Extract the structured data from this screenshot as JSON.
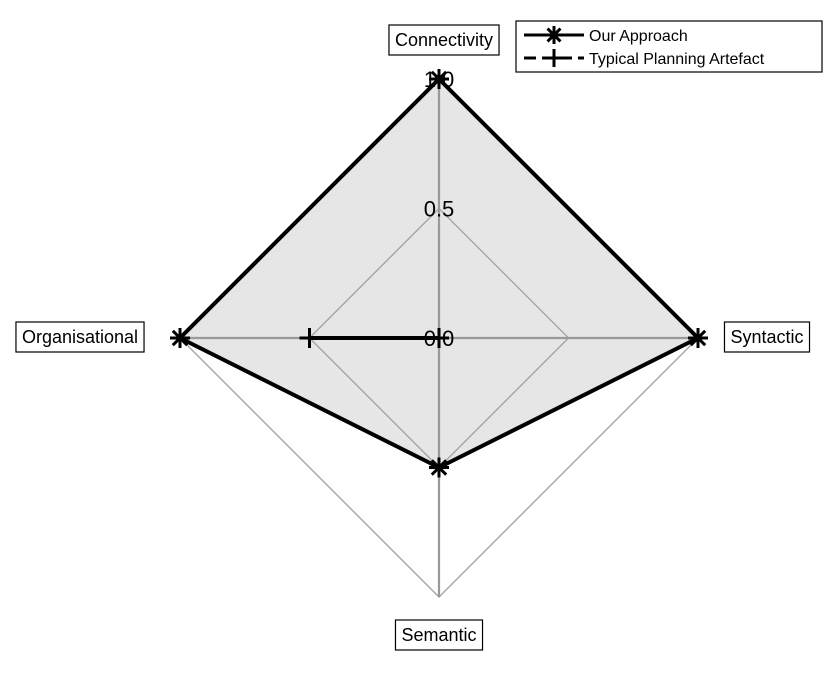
{
  "chart_data": {
    "type": "radar",
    "axes": [
      "Connectivity",
      "Syntactic",
      "Semantic",
      "Organisational"
    ],
    "ticks": [
      0.0,
      0.5,
      1.0
    ],
    "tick_labels": [
      "0.0",
      "0.5",
      "1.0"
    ],
    "rlim": [
      0,
      1
    ],
    "grid": true,
    "legend_position": "top-right",
    "series": [
      {
        "name": "Our Approach",
        "values": [
          1.0,
          1.0,
          0.5,
          1.0
        ],
        "line_style": "solid",
        "marker": "asterisk",
        "fill": "#e6e6e6"
      },
      {
        "name": "Typical Planning Artefact",
        "values": [
          0.0,
          0.0,
          0.0,
          0.5
        ],
        "line_style": "dashed",
        "marker": "plus"
      }
    ]
  }
}
